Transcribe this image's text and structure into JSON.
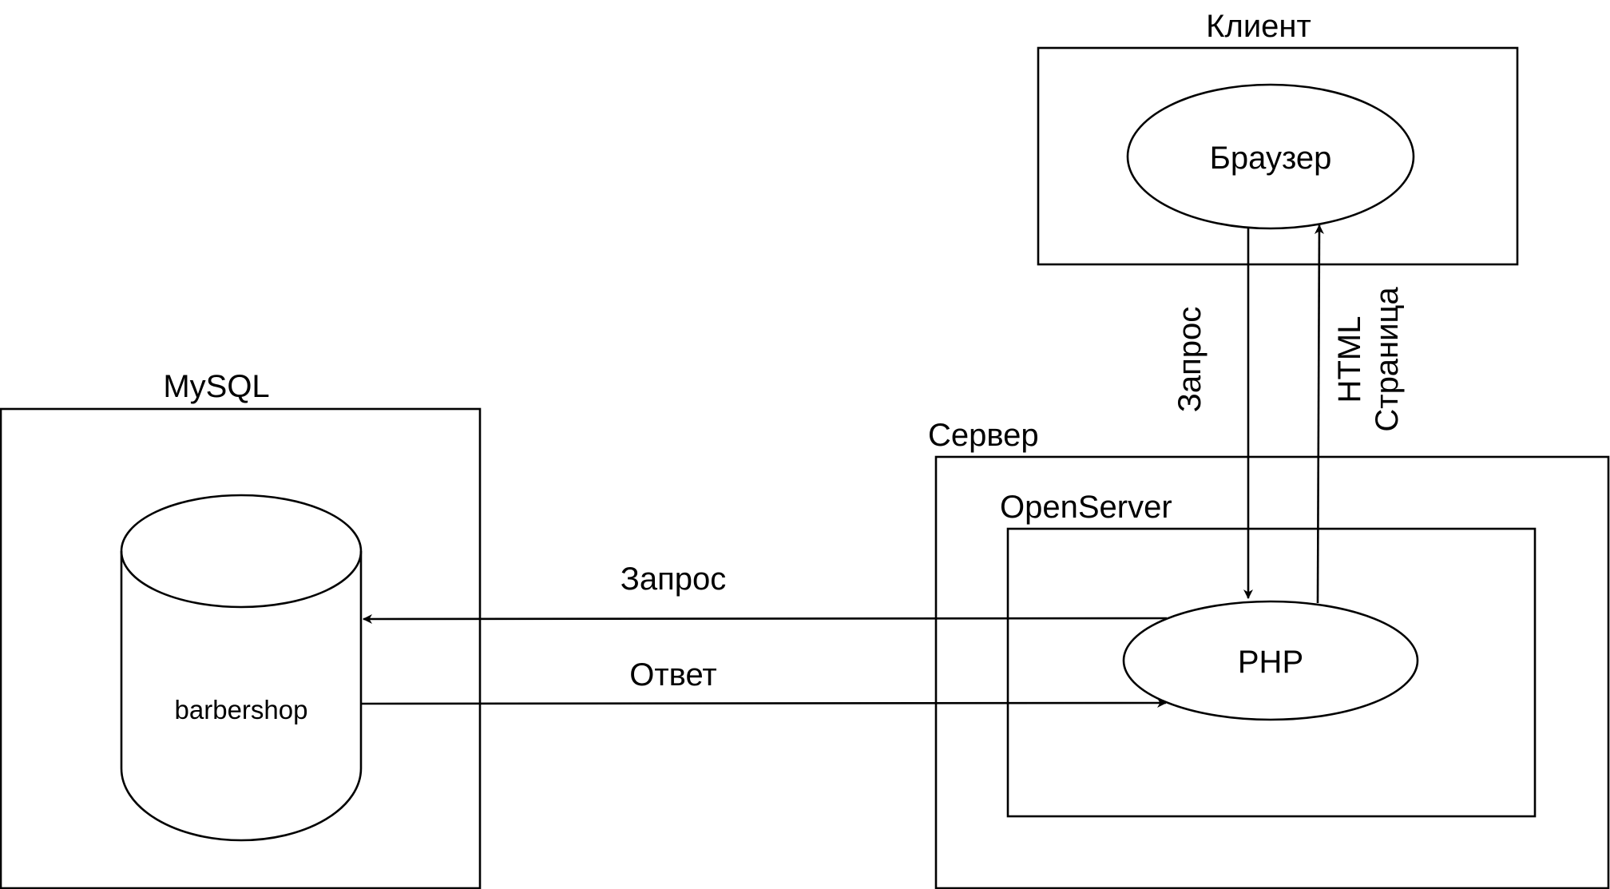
{
  "groups": {
    "client": "Клиент",
    "mysql": "MySQL",
    "server": "Сервер",
    "openserver": "OpenServer"
  },
  "nodes": {
    "browser": "Браузер",
    "php": "PHP",
    "database": "barbershop"
  },
  "edges": {
    "browser_request": "Запрос",
    "html_page_line1": "HTML",
    "html_page_line2": "Страница",
    "db_request": "Запрос",
    "db_response": "Ответ"
  }
}
